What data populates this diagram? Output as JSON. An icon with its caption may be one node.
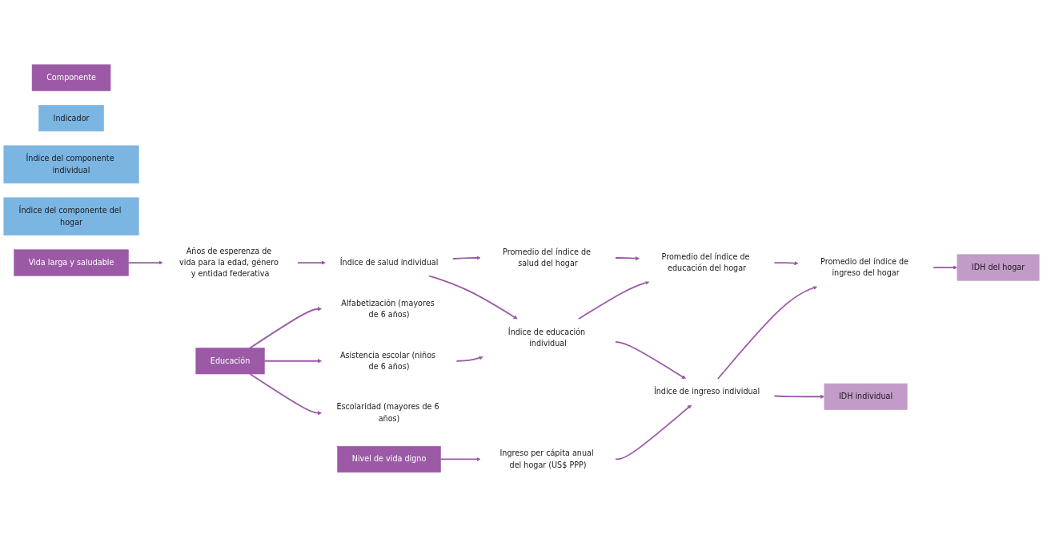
{
  "diagram": {
    "nodes": [
      {
        "text": [
          "Componente"
        ]
      },
      {
        "text": [
          "Indicador"
        ]
      },
      {
        "text": [
          "Índice del componente individual"
        ]
      },
      {
        "text": [
          "Índice del componente del hogar"
        ]
      },
      {
        "text": [
          "Vida larga y saludable"
        ]
      },
      {
        "text": [
          "Años de esperenza de vida para la edad, género y entidad federativa"
        ]
      },
      {
        "text": [
          "Índice de salud individual"
        ]
      },
      {
        "text": [
          "Promedio del índice de salud del hogar"
        ]
      },
      {
        "text": [
          "Educación"
        ]
      },
      {
        "text": [
          "Alfabetización (mayores de 6 años)"
        ]
      },
      {
        "text": [
          "Asistencia escolar (niños de 6 años)"
        ]
      },
      {
        "text": [
          "Escolaridad (mayores de 6 años)"
        ]
      },
      {
        "text": [
          "Índice de educación individual"
        ]
      },
      {
        "text": [
          "Promedio del índice de educación del hogar"
        ]
      },
      {
        "text": [
          "Nivel de vida digno"
        ]
      },
      {
        "text": [
          "Ingreso per cápita anual del hogar (US$ PPP)"
        ]
      },
      {
        "text": [
          "Índice de ingreso individual"
        ]
      },
      {
        "text": [
          "Promedio del índice de ingreso del hogar"
        ]
      },
      {
        "text": [
          "IDH individual"
        ]
      },
      {
        "text": [
          "IDH del hogar"
        ]
      }
    ],
    "edges": [
      {
        "from": 4,
        "to": 5,
        "arrow": "to"
      },
      {
        "from": 5,
        "to": 6,
        "arrow": "to"
      },
      {
        "from": 6,
        "to": 7,
        "arrow": "to"
      },
      {
        "from": 8,
        "to": 9,
        "arrow": "to"
      },
      {
        "from": 8,
        "to": 10,
        "arrow": "to"
      },
      {
        "from": 8,
        "to": 11,
        "arrow": "to"
      },
      {
        "from": 10,
        "to": 12,
        "arrow": "to"
      },
      {
        "from": 12,
        "to": 13,
        "arrow": "to"
      },
      {
        "from": 14,
        "to": 15,
        "arrow": "to"
      },
      {
        "from": 15,
        "to": 16,
        "arrow": "to"
      },
      {
        "from": 16,
        "to": 17,
        "arrow": "to"
      },
      {
        "from": 6,
        "to": 12,
        "arrow": "to"
      },
      {
        "from": 12,
        "to": 16,
        "arrow": "to"
      },
      {
        "from": 16,
        "to": 18,
        "arrow": "to"
      },
      {
        "from": 7,
        "to": 13,
        "arrow": "to"
      },
      {
        "from": 13,
        "to": 17,
        "arrow": "to"
      },
      {
        "from": 17,
        "to": 19,
        "arrow": "to"
      }
    ]
  }
}
